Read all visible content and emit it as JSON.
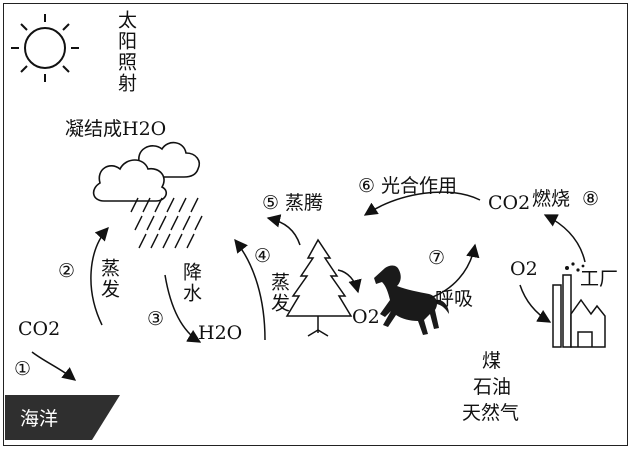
{
  "labels": {
    "sun_text": "太阳照射",
    "condense": "凝结成H2O",
    "co2_left": "CO2",
    "step1": "①",
    "ocean": "海洋",
    "step2": "②",
    "evap_left": "蒸发",
    "step3": "③",
    "precip": "降水",
    "h2o_precip": "H2O",
    "step4": "④",
    "evap_mid": "蒸发",
    "step5": "⑤",
    "transpiration": "蒸腾",
    "o2_tree": "O2",
    "step6": "⑥",
    "photosynthesis": "光合作用",
    "co2_right": "CO2",
    "combustion": "燃烧",
    "step8": "⑧",
    "step7": "⑦",
    "respiration": "呼吸",
    "o2_factory": "O2",
    "factory": "工厂",
    "coal": "煤",
    "oil": "石油",
    "natural_gas": "天然气"
  },
  "icons": [
    "sun-icon",
    "cloud-icon",
    "rain-icon",
    "tree-icon",
    "horse-icon",
    "factory-icon"
  ]
}
